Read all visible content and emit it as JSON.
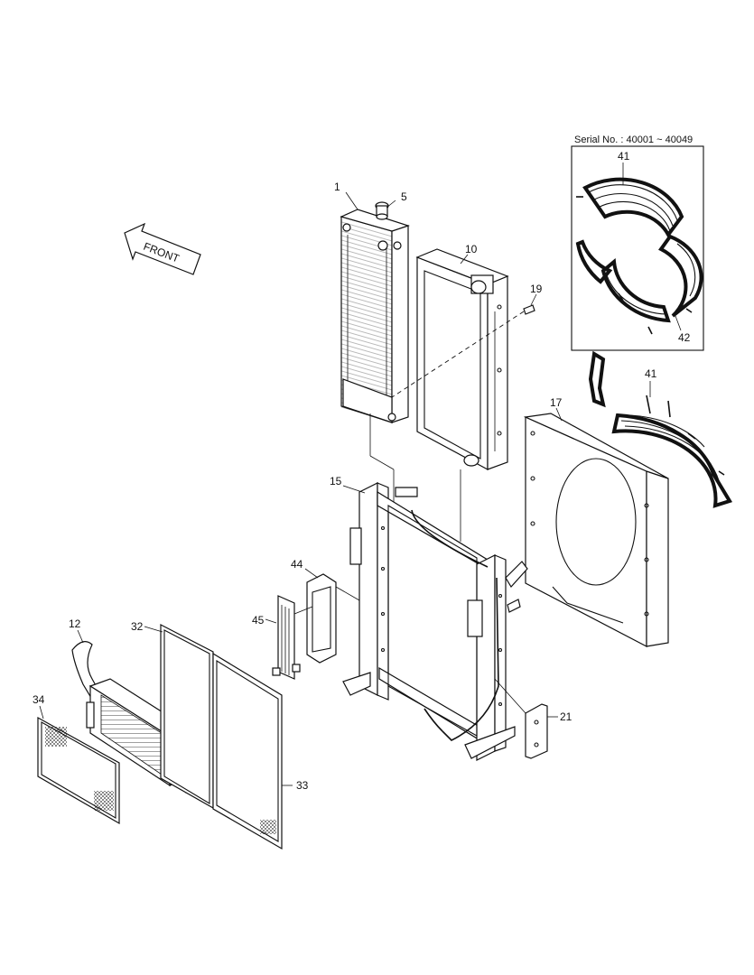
{
  "serial_box": {
    "text": "Serial No. : 40001 ~ 40049"
  },
  "front_arrow": {
    "text": "FRONT"
  },
  "callouts": {
    "c1": "1",
    "c5": "5",
    "c10": "10",
    "c19": "19",
    "c41a": "41",
    "c42": "42",
    "c41b": "41",
    "c17": "17",
    "c15": "15",
    "c44": "44",
    "c45": "45",
    "c12": "12",
    "c32": "32",
    "c34": "34",
    "c33": "33",
    "c21": "21"
  }
}
